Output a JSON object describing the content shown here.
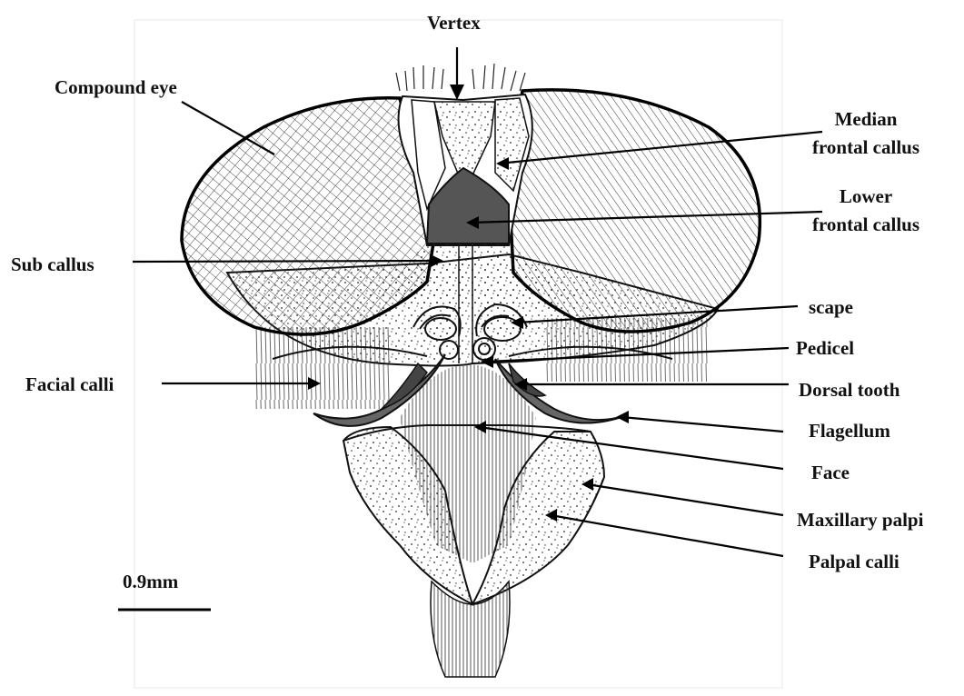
{
  "labels": {
    "vertex": "Vertex",
    "compound_eye": "Compound eye",
    "median_frontal_callus_1": "Median",
    "median_frontal_callus_2": "frontal callus",
    "lower_frontal_callus_1": "Lower",
    "lower_frontal_callus_2": "frontal callus",
    "sub_callus": "Sub callus",
    "scape": "scape",
    "pedicel": "Pedicel",
    "facial_calli": "Facial calli",
    "dorsal_tooth": "Dorsal tooth",
    "flagellum": "Flagellum",
    "face": "Face",
    "maxillary_palpi": "Maxillary palpi",
    "palpal_calli": "Palpal calli",
    "scale_bar": "0.9mm"
  },
  "colors": {
    "ink": "#111111",
    "callus_fill": "#555555",
    "background": "#ffffff"
  }
}
